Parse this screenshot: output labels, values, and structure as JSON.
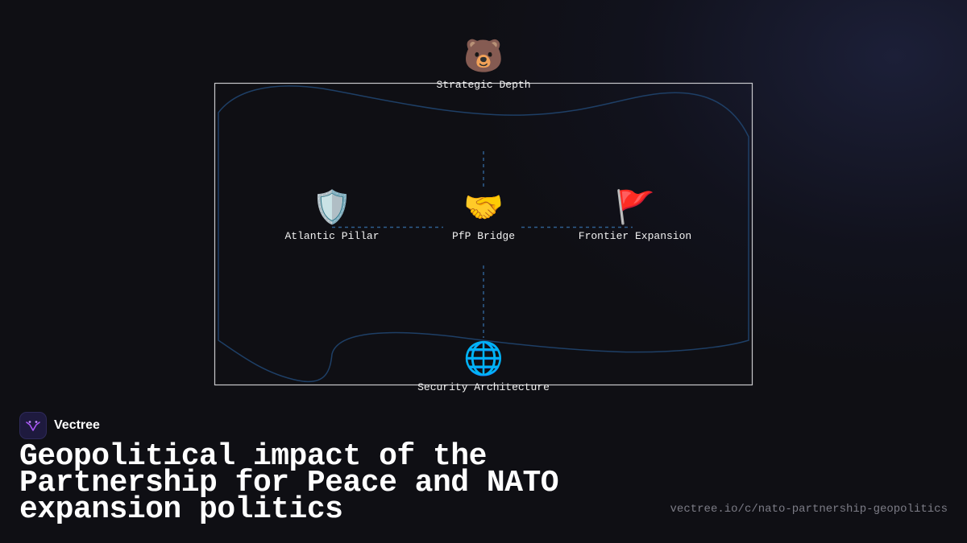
{
  "diagram": {
    "nodes": {
      "strategic_depth": {
        "label": "Strategic Depth",
        "icon": "bear-icon",
        "glyph": "🐻"
      },
      "atlantic_pillar": {
        "label": "Atlantic Pillar",
        "icon": "shield-icon",
        "glyph": "🛡️"
      },
      "pfp_bridge": {
        "label": "PfP Bridge",
        "icon": "handshake-icon",
        "glyph": "🤝"
      },
      "frontier_expansion": {
        "label": "Frontier Expansion",
        "icon": "red-flag-icon",
        "glyph": "🚩"
      },
      "security_architecture": {
        "label": "Security Architecture",
        "icon": "globe-icon",
        "glyph": "🌐"
      }
    },
    "colors": {
      "frame": "#c8c8cc",
      "map_outline": "#1e3f66",
      "connector": "#2f5f8f"
    }
  },
  "brand": {
    "name": "Vectree",
    "logo_icon": "vectree-logo-icon",
    "logo_color": "#a855f7"
  },
  "title": "Geopolitical impact of the Partnership for Peace and NATO expansion politics",
  "source_url": "vectree.io/c/nato-partnership-geopolitics"
}
